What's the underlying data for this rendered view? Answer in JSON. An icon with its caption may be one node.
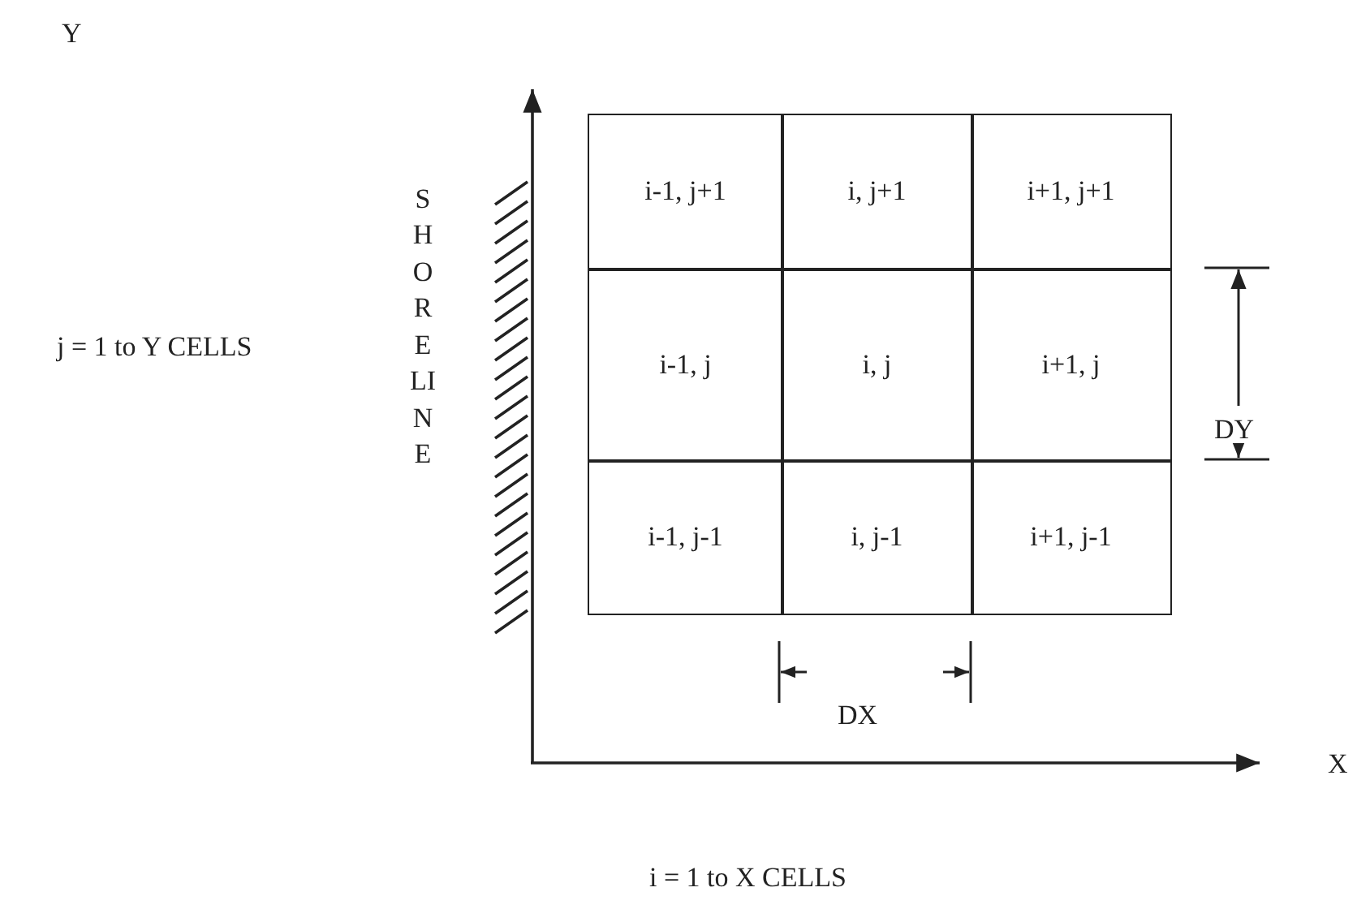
{
  "diagram": {
    "nodes": [
      {
        "text": [
          "i-1, j+1"
        ]
      },
      {
        "text": [
          "i, j+1"
        ]
      },
      {
        "text": [
          "i+1, j+1"
        ]
      },
      {
        "text": [
          "i-1, j"
        ]
      },
      {
        "text": [
          "i, j"
        ]
      },
      {
        "text": [
          "i+1, j"
        ]
      },
      {
        "text": [
          "i-1, j-1"
        ]
      },
      {
        "text": [
          "i, j-1"
        ]
      },
      {
        "text": [
          "i+1, j-1"
        ]
      }
    ],
    "labels": [
      "Y",
      "j = 1 to Y CELLS",
      "SHORELINE",
      "DY",
      "DX",
      "X",
      "i = 1 to X CELLS"
    ]
  }
}
